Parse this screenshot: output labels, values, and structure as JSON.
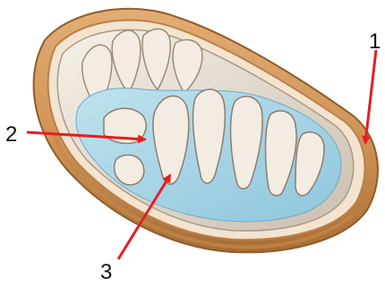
{
  "labels": {
    "outer_membrane": "1",
    "cristae": "2",
    "matrix": "3"
  },
  "colors": {
    "outer_shell": "#d59a5c",
    "outer_shell_dark": "#a96f36",
    "inner_membrane": "#efe7dc",
    "matrix": "#a9d6e8",
    "arrow": "#e31e24"
  }
}
